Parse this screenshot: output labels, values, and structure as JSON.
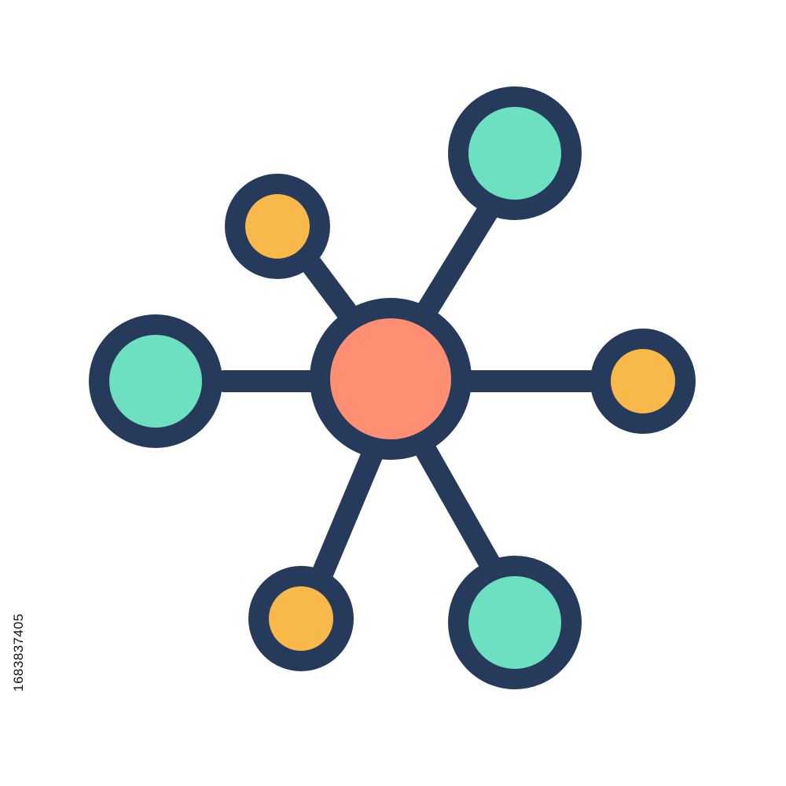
{
  "stock_id": "1683837405",
  "icon": {
    "name": "network-hub-icon",
    "nodes": [
      {
        "name": "center-hub-node",
        "fill": "#FF8F72"
      },
      {
        "name": "top-right-node",
        "fill": "#6CE0C0"
      },
      {
        "name": "top-left-node",
        "fill": "#F8B84A"
      },
      {
        "name": "left-node",
        "fill": "#6CE0C0"
      },
      {
        "name": "right-node",
        "fill": "#F8B84A"
      },
      {
        "name": "bottom-left-node",
        "fill": "#F8B84A"
      },
      {
        "name": "bottom-right-node",
        "fill": "#6CE0C0"
      }
    ]
  },
  "colors": {
    "outline": "#263A5C",
    "hub": "#FF8F72",
    "teal": "#6CE0C0",
    "amber": "#F8B84A",
    "background": "#FFFFFF"
  }
}
